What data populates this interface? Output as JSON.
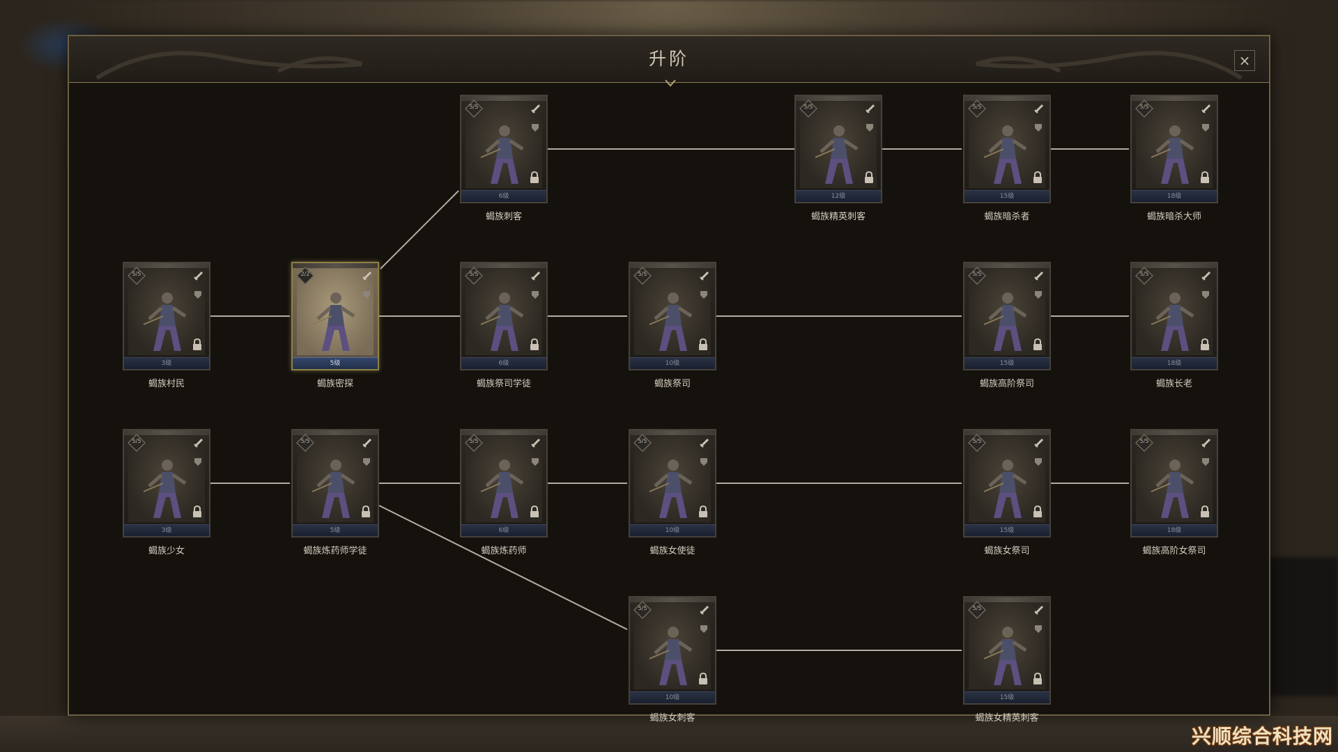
{
  "dialog": {
    "title": "升阶",
    "close_label": "×"
  },
  "colors": {
    "frame_border": "#6d5f44",
    "connector_line": "#cfcac0",
    "card_border": "#47413a",
    "selected_border": "#8e8046"
  },
  "units": [
    {
      "id": "assassin",
      "name": "蝎族刺客",
      "count": "5/5",
      "level": "6级",
      "locked": true,
      "selected": false
    },
    {
      "id": "elite-assassin",
      "name": "蝎族精英刺客",
      "count": "5/5",
      "level": "12级",
      "locked": true,
      "selected": false
    },
    {
      "id": "dark-killer",
      "name": "蝎族暗杀者",
      "count": "5/5",
      "level": "15级",
      "locked": true,
      "selected": false
    },
    {
      "id": "assassin-master",
      "name": "蝎族暗杀大师",
      "count": "5/5",
      "level": "18级",
      "locked": true,
      "selected": false
    },
    {
      "id": "villager",
      "name": "蝎族村民",
      "count": "5/5",
      "level": "3级",
      "locked": true,
      "selected": false
    },
    {
      "id": "spy",
      "name": "蝎族密探",
      "count": "2/2",
      "level": "5级",
      "locked": false,
      "selected": true
    },
    {
      "id": "priest-apprentice",
      "name": "蝎族祭司学徒",
      "count": "5/5",
      "level": "6级",
      "locked": true,
      "selected": false
    },
    {
      "id": "priest",
      "name": "蝎族祭司",
      "count": "5/5",
      "level": "10级",
      "locked": true,
      "selected": false
    },
    {
      "id": "high-priest",
      "name": "蝎族高阶祭司",
      "count": "5/5",
      "level": "15级",
      "locked": true,
      "selected": false
    },
    {
      "id": "elder",
      "name": "蝎族长老",
      "count": "5/5",
      "level": "18级",
      "locked": true,
      "selected": false
    },
    {
      "id": "girl",
      "name": "蝎族少女",
      "count": "5/5",
      "level": "3级",
      "locked": true,
      "selected": false
    },
    {
      "id": "alchemist-apprentice",
      "name": "蝎族炼药师学徒",
      "count": "5/5",
      "level": "5级",
      "locked": true,
      "selected": false
    },
    {
      "id": "alchemist",
      "name": "蝎族炼药师",
      "count": "5/5",
      "level": "6级",
      "locked": true,
      "selected": false
    },
    {
      "id": "female-apostle",
      "name": "蝎族女使徒",
      "count": "5/5",
      "level": "10级",
      "locked": true,
      "selected": false
    },
    {
      "id": "female-priest",
      "name": "蝎族女祭司",
      "count": "5/5",
      "level": "15级",
      "locked": true,
      "selected": false
    },
    {
      "id": "female-high-priest",
      "name": "蝎族高阶女祭司",
      "count": "5/5",
      "level": "18级",
      "locked": true,
      "selected": false
    },
    {
      "id": "female-assassin",
      "name": "蝎族女刺客",
      "count": "5/5",
      "level": "10级",
      "locked": true,
      "selected": false
    },
    {
      "id": "female-elite-assassin",
      "name": "蝎族女精英刺客",
      "count": "5/5",
      "level": "15级",
      "locked": true,
      "selected": false
    }
  ],
  "watermark": "兴顺综合科技网"
}
